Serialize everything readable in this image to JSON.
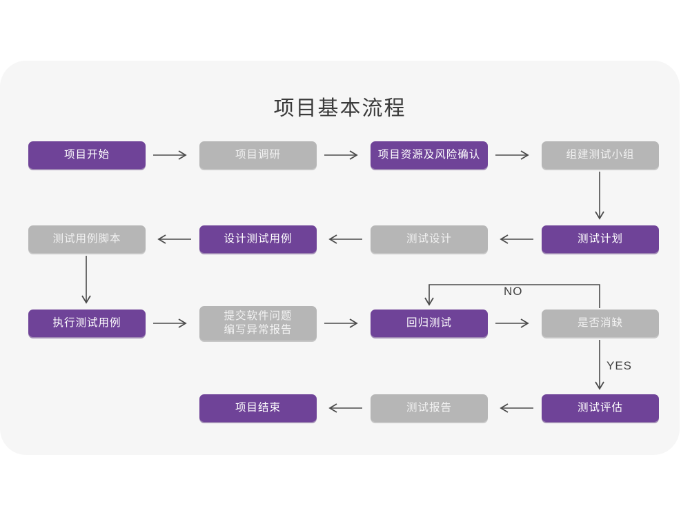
{
  "page": {
    "title": "项目基本流程",
    "background_color": "#ffffff",
    "panel_color": "#f6f6f6",
    "purple_color": "#6f4398",
    "gray_color": "#b6b6b6",
    "connector_color": "#4a4a4a"
  },
  "nodes": [
    {
      "id": "n1",
      "label": "项目开始",
      "style": "purple"
    },
    {
      "id": "n2",
      "label": "项目调研",
      "style": "gray"
    },
    {
      "id": "n3",
      "label": "项目资源及风险确认",
      "style": "purple"
    },
    {
      "id": "n4",
      "label": "组建测试小组",
      "style": "gray"
    },
    {
      "id": "n5",
      "label": "测试计划",
      "style": "purple"
    },
    {
      "id": "n6",
      "label": "测试设计",
      "style": "gray"
    },
    {
      "id": "n7",
      "label": "设计测试用例",
      "style": "purple"
    },
    {
      "id": "n8",
      "label": "测试用例脚本",
      "style": "gray"
    },
    {
      "id": "n9",
      "label": "执行测试用例",
      "style": "purple"
    },
    {
      "id": "n10",
      "label": "提交软件问题\n编写异常报告",
      "style": "gray"
    },
    {
      "id": "n11",
      "label": "回归测试",
      "style": "purple"
    },
    {
      "id": "n12",
      "label": "是否消缺",
      "style": "gray"
    },
    {
      "id": "n13",
      "label": "测试评估",
      "style": "purple"
    },
    {
      "id": "n14",
      "label": "测试报告",
      "style": "gray"
    },
    {
      "id": "n15",
      "label": "项目结束",
      "style": "purple"
    }
  ],
  "edge_labels": {
    "no": "NO",
    "yes": "YES"
  }
}
